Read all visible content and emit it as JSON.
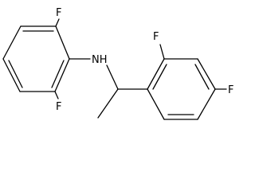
{
  "structure": {
    "atoms": {
      "f_top_left": "F",
      "f_bottom_left": "F",
      "nh": "NH",
      "f_ortho_right": "F",
      "f_para_right": "F"
    },
    "colors": {
      "bond": "#000000",
      "label": "#000000",
      "background": "#ffffff"
    }
  }
}
